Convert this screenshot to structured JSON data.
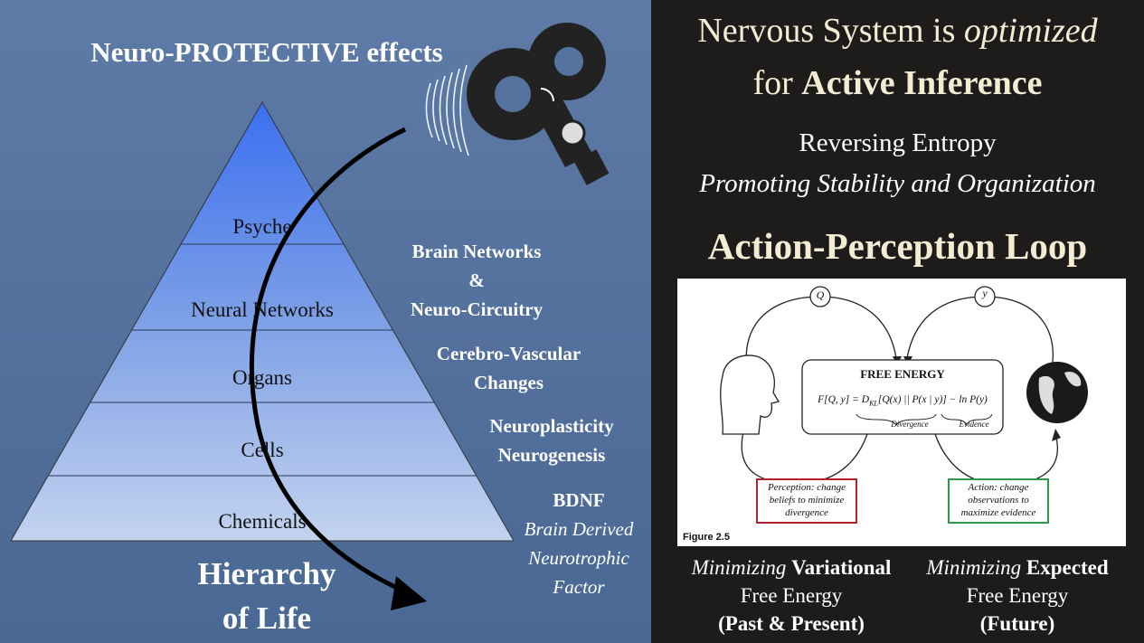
{
  "left_panel": {
    "title": "Neuro-PROTECTIVE effects",
    "pyramid_tiers": [
      "Psyche",
      "Neural Networks",
      "Organs",
      "Cells",
      "Chemicals"
    ],
    "side_labels": {
      "networks": [
        "Brain Networks",
        "&",
        "Neuro-Circuitry"
      ],
      "vascular": [
        "Cerebro-Vascular",
        "Changes"
      ],
      "plasticity": [
        "Neuroplasticity",
        "Neurogenesis"
      ],
      "bdnf": "BDNF",
      "bdnf_sub": [
        "Brain Derived",
        "Neurotrophic",
        "Factor"
      ]
    },
    "hierarchy_title": [
      "Hierarchy",
      "of Life"
    ]
  },
  "right_panel": {
    "title_line1_pre": "Nervous System is ",
    "title_line1_em": "optimized",
    "title_line2_pre": "for ",
    "title_line2_bold": "Active Inference",
    "subtitle1": "Reversing Entropy",
    "subtitle2": "Promoting Stability and Organization",
    "loop_title": "Action-Perception Loop",
    "figure": {
      "q_label": "Q",
      "y_label": "y",
      "box_title": "FREE ENERGY",
      "eq_lhs": "F[Q, y] = D",
      "eq_sub": "KL",
      "eq_mid": "[Q(x) || P(x | y)] − ln P(y)",
      "divergence": "Divergence",
      "evidence": "Evidence",
      "perception": [
        "Perception: change",
        "beliefs to minimize",
        "divergence"
      ],
      "action": [
        "Action: change",
        "observations to",
        "maximize evidence"
      ],
      "caption": "Figure 2.5",
      "colors": {
        "perception_border": "#b5232a",
        "action_border": "#2e9a4c"
      }
    },
    "bottom_left": {
      "em": "Minimizing ",
      "bold": "Variational",
      "line2": "Free Energy",
      "line3": "(Past & Present)"
    },
    "bottom_right": {
      "em": "Minimizing ",
      "bold": "Expected",
      "line2": "Free Energy",
      "line3": "(Future)"
    }
  },
  "colors": {
    "left_bg": "#56739f",
    "right_bg": "#1d1c1b",
    "title_cream": "#f3ecd3"
  }
}
